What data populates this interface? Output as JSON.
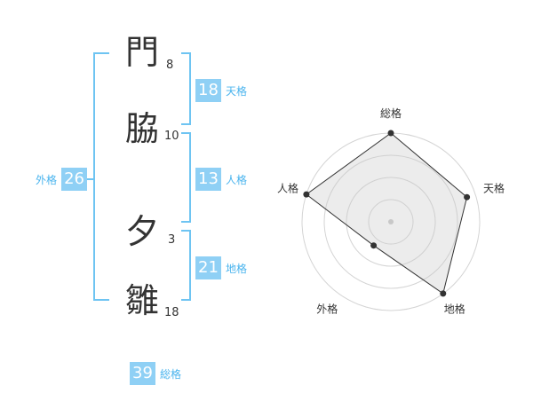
{
  "name": {
    "chars": [
      {
        "char": "門",
        "strokes": "8"
      },
      {
        "char": "脇",
        "strokes": "10"
      },
      {
        "char": "夕",
        "strokes": "3"
      },
      {
        "char": "雛",
        "strokes": "18"
      }
    ]
  },
  "fortunes": {
    "tenkaku": {
      "label": "天格",
      "value": "18"
    },
    "jinkaku": {
      "label": "人格",
      "value": "13"
    },
    "chikaku": {
      "label": "地格",
      "value": "21"
    },
    "gaikaku": {
      "label": "外格",
      "value": "26"
    },
    "soukaku": {
      "label": "総格",
      "value": "39"
    }
  },
  "colors": {
    "accent": "#8fd0f5",
    "bracket": "#6ec4f2",
    "label": "#4ab4ee"
  },
  "chart_data": {
    "type": "radar",
    "axes": [
      "総格",
      "天格",
      "地格",
      "外格",
      "人格"
    ],
    "values": [
      1.0,
      0.9,
      1.0,
      0.33,
      1.0
    ],
    "range": [
      0,
      1
    ],
    "rings": 4
  }
}
